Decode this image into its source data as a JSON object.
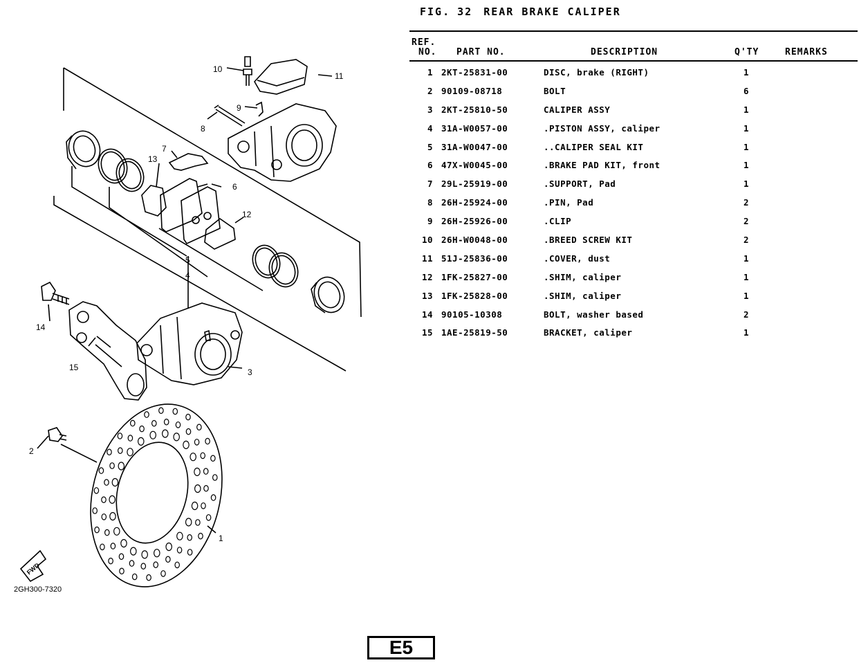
{
  "header": {
    "fig_label": "FIG.",
    "fig_number": "32",
    "fig_title": "REAR BRAKE CALIPER"
  },
  "columns": {
    "ref_line1": "REF.",
    "ref_line2": "NO.",
    "part_no": "PART NO.",
    "description": "DESCRIPTION",
    "qty": "Q'TY",
    "remarks": "REMARKS"
  },
  "parts": [
    {
      "ref": "1",
      "part_no": "2KT-25831-00",
      "description": "DISC, brake (RIGHT)",
      "qty": "1",
      "remarks": ""
    },
    {
      "ref": "2",
      "part_no": "90109-08718",
      "description": "BOLT",
      "qty": "6",
      "remarks": ""
    },
    {
      "ref": "3",
      "part_no": "2KT-25810-50",
      "description": "CALIPER ASSY",
      "qty": "1",
      "remarks": ""
    },
    {
      "ref": "4",
      "part_no": "31A-W0057-00",
      "description": ".PISTON ASSY, caliper",
      "qty": "1",
      "remarks": ""
    },
    {
      "ref": "5",
      "part_no": "31A-W0047-00",
      "description": "..CALIPER SEAL KIT",
      "qty": "1",
      "remarks": ""
    },
    {
      "ref": "6",
      "part_no": "47X-W0045-00",
      "description": ".BRAKE PAD KIT, front",
      "qty": "1",
      "remarks": ""
    },
    {
      "ref": "7",
      "part_no": "29L-25919-00",
      "description": ".SUPPORT, Pad",
      "qty": "1",
      "remarks": ""
    },
    {
      "ref": "8",
      "part_no": "26H-25924-00",
      "description": ".PIN, Pad",
      "qty": "2",
      "remarks": ""
    },
    {
      "ref": "9",
      "part_no": "26H-25926-00",
      "description": ".CLIP",
      "qty": "2",
      "remarks": ""
    },
    {
      "ref": "10",
      "part_no": "26H-W0048-00",
      "description": ".BREED SCREW KIT",
      "qty": "2",
      "remarks": ""
    },
    {
      "ref": "11",
      "part_no": "51J-25836-00",
      "description": ".COVER, dust",
      "qty": "1",
      "remarks": ""
    },
    {
      "ref": "12",
      "part_no": "1FK-25827-00",
      "description": ".SHIM, caliper",
      "qty": "1",
      "remarks": ""
    },
    {
      "ref": "13",
      "part_no": "1FK-25828-00",
      "description": ".SHIM, caliper",
      "qty": "1",
      "remarks": ""
    },
    {
      "ref": "14",
      "part_no": "90105-10308",
      "description": "BOLT, washer based",
      "qty": "2",
      "remarks": ""
    },
    {
      "ref": "15",
      "part_no": "1AE-25819-50",
      "description": "BRACKET, caliper",
      "qty": "1",
      "remarks": ""
    }
  ],
  "diagram": {
    "callouts": [
      "1",
      "2",
      "3",
      "4",
      "5",
      "6",
      "7",
      "8",
      "9",
      "10",
      "11",
      "12",
      "13",
      "14",
      "15"
    ],
    "fwd_label": "FWD",
    "drawing_number": "2GH300-7320"
  },
  "footer": {
    "page_code": "E5"
  }
}
